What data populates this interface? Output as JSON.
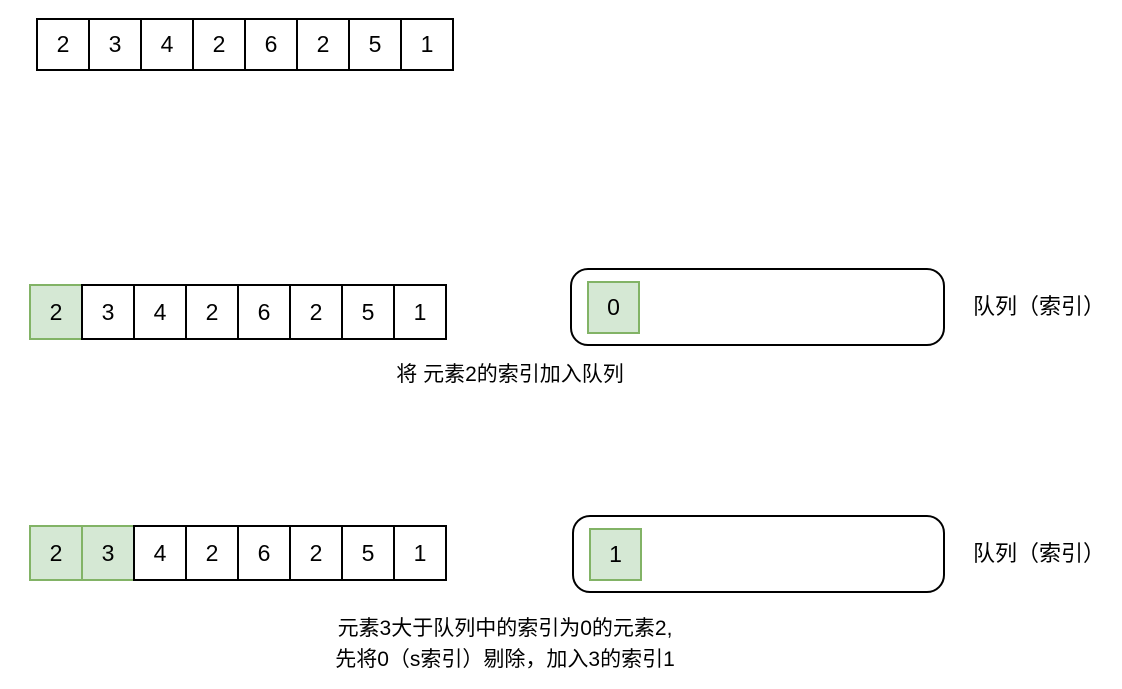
{
  "colors": {
    "highlight_fill": "#d5e8d4",
    "highlight_border": "#82b366",
    "cell_border": "#000000",
    "queue_border": "#000000"
  },
  "array": {
    "values": [
      "2",
      "3",
      "4",
      "2",
      "6",
      "2",
      "5",
      "1"
    ]
  },
  "steps": {
    "step1": {
      "queue_items": [
        "0"
      ],
      "queue_label": "队列（索引）",
      "caption": "将 元素2的索引加入队列"
    },
    "step2": {
      "queue_items": [
        "1"
      ],
      "queue_label": "队列（索引）",
      "caption_lines": [
        "元素3大于队列中的索引为0的元素2,",
        "先将0（s索引）剔除，加入3的索引1"
      ]
    }
  }
}
